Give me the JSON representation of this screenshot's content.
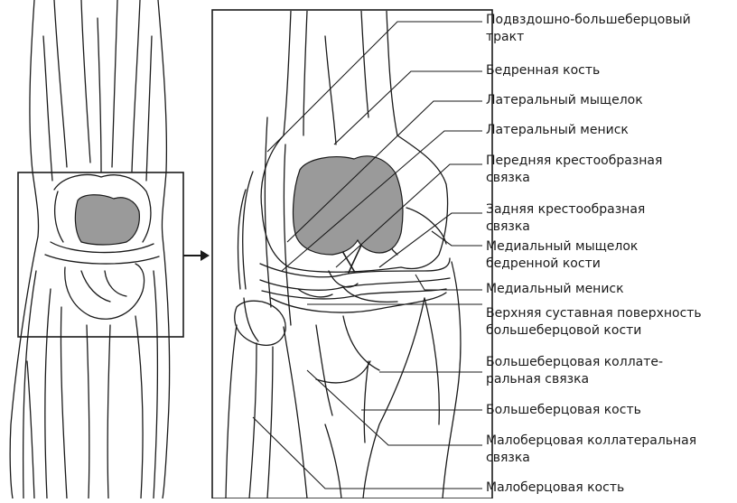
{
  "colors": {
    "line": "#1a1a1a",
    "cartilage": "#9a9a9a",
    "background": "#ffffff"
  },
  "labels": [
    {
      "id": "iliotibial-tract",
      "line1": "Подвздошно-большеберцовый",
      "line2": "тракт"
    },
    {
      "id": "femur",
      "line1": "Бедренная кость",
      "line2": ""
    },
    {
      "id": "lateral-condyle",
      "line1": "Латеральный мыщелок",
      "line2": ""
    },
    {
      "id": "lateral-meniscus",
      "line1": "Латеральный мениск",
      "line2": ""
    },
    {
      "id": "acl",
      "line1": "Передняя крестообразная",
      "line2": "связка"
    },
    {
      "id": "pcl",
      "line1": "Задняя крестообразная",
      "line2": "связка"
    },
    {
      "id": "medial-condyle",
      "line1": "Медиальный мыщелок",
      "line2": "бедренной кости"
    },
    {
      "id": "medial-meniscus",
      "line1": "Медиальный мениск",
      "line2": ""
    },
    {
      "id": "tibial-plateau",
      "line1": "Верхняя суставная поверхность",
      "line2": "большеберцовой кости"
    },
    {
      "id": "tibial-collateral",
      "line1": "Большеберцовая коллате-",
      "line2": "ральная связка"
    },
    {
      "id": "tibia",
      "line1": "Большеберцовая кость",
      "line2": ""
    },
    {
      "id": "fibular-collateral",
      "line1": "Малоберцовая коллатеральная",
      "line2": "связка"
    },
    {
      "id": "fibula",
      "line1": "Малоберцовая кость",
      "line2": ""
    }
  ]
}
